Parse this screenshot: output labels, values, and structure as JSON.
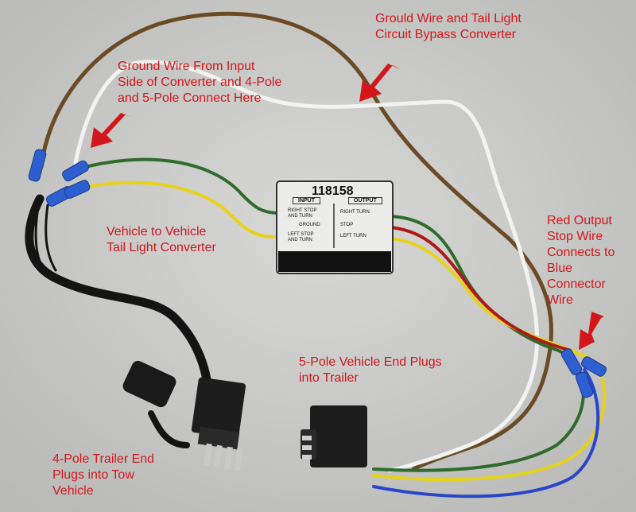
{
  "colors": {
    "background": "#cfcfcd",
    "annotation_text": "#d4161b",
    "arrow": "#d4161b",
    "wire_brown": "#6b4a26",
    "wire_white": "#f2f2f0",
    "wire_green": "#2f6b2a",
    "wire_yellow": "#e6d21a",
    "wire_red": "#b01818",
    "wire_blue": "#2a46c8",
    "harness_black": "#141414",
    "connector_blue": "#2d5fd0"
  },
  "annotations": {
    "ground_bypass": "Grould Wire and Tail Light\nCircuit Bypass Converter",
    "ground_input": "Ground Wire From Input\nSide of Converter and 4-Pole\nand 5-Pole Connect Here",
    "vehicle_converter": "Vehicle to Vehicle\nTail Light Converter",
    "red_output": "Red Output\nStop Wire\nConnects to\nBlue\nConnector\nWire",
    "five_pole": "5-Pole Vehicle End Plugs\ninto Trailer",
    "four_pole": "4-Pole Trailer End\nPlugs into Tow\nVehicle"
  },
  "converter_box": {
    "model": "118158",
    "input_header": "INPUT",
    "output_header": "OUTPUT",
    "input_right": "RIGHT STOP\nAND TURN",
    "input_ground": "GROUND",
    "input_left": "LEFT STOP\nAND TURN",
    "output_right": "RIGHT TURN",
    "output_stop": "STOP",
    "output_left": "LEFT TURN"
  },
  "icons": [
    "arrow-icon",
    "butt-connector-icon",
    "plug-icon"
  ]
}
